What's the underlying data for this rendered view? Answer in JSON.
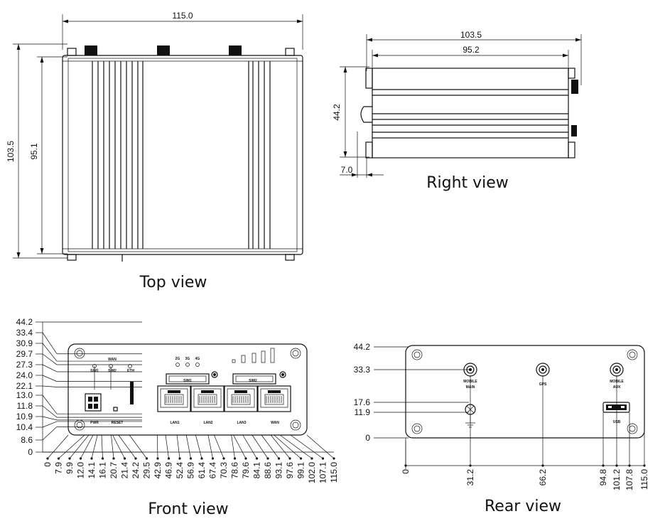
{
  "captions": {
    "top": "Top view",
    "right": "Right view",
    "front": "Front view",
    "rear": "Rear view"
  },
  "top_view": {
    "width": "115.0",
    "height_outer": "103.5",
    "height_inner": "95.1"
  },
  "right_view": {
    "outer": "103.5",
    "inner": "95.2",
    "height": "44.2",
    "offset": "7.0"
  },
  "front_view": {
    "y_levels": [
      "44.2",
      "33.4",
      "30.9",
      "29.7",
      "27.3",
      "24.0",
      "22.1",
      "13.0",
      "11.8",
      "10.9",
      "10.4",
      "8.6",
      "0"
    ],
    "x_ticks": [
      "0",
      "7.9",
      "9.9",
      "12.0",
      "14.1",
      "16.1",
      "20.7",
      "21.4",
      "24.2",
      "29.5",
      "42.9",
      "46.9",
      "52.4",
      "56.9",
      "61.4",
      "67.4",
      "70.3",
      "78.6",
      "79.6",
      "84.1",
      "88.6",
      "93.1",
      "97.6",
      "99.1",
      "102.0",
      "107.1",
      "115.0"
    ],
    "labels": {
      "wan_top": "WAN",
      "sim1_led": "SIM1",
      "sim2_led": "SIM2",
      "eth": "ETH",
      "g2": "2G",
      "g3": "3G",
      "g4": "4G",
      "sim1": "SIM1",
      "sim2": "SIM2",
      "pwr": "PWR",
      "reset": "RESET",
      "lan1": "LAN1",
      "lan2": "LAN2",
      "lan3": "LAN3",
      "wan": "WAN"
    }
  },
  "rear_view": {
    "y_levels": [
      "44.2",
      "33.3",
      "17.6",
      "11.9",
      "0"
    ],
    "x_ticks": [
      "0",
      "31.2",
      "66.2",
      "94.8",
      "101.2",
      "107.8",
      "115.0"
    ],
    "labels": {
      "mobile_main": [
        "MOBILE",
        "MAIN"
      ],
      "gps": "GPS",
      "mobile_aux": [
        "MOBILE",
        "AUX"
      ],
      "usb": "USB"
    }
  }
}
